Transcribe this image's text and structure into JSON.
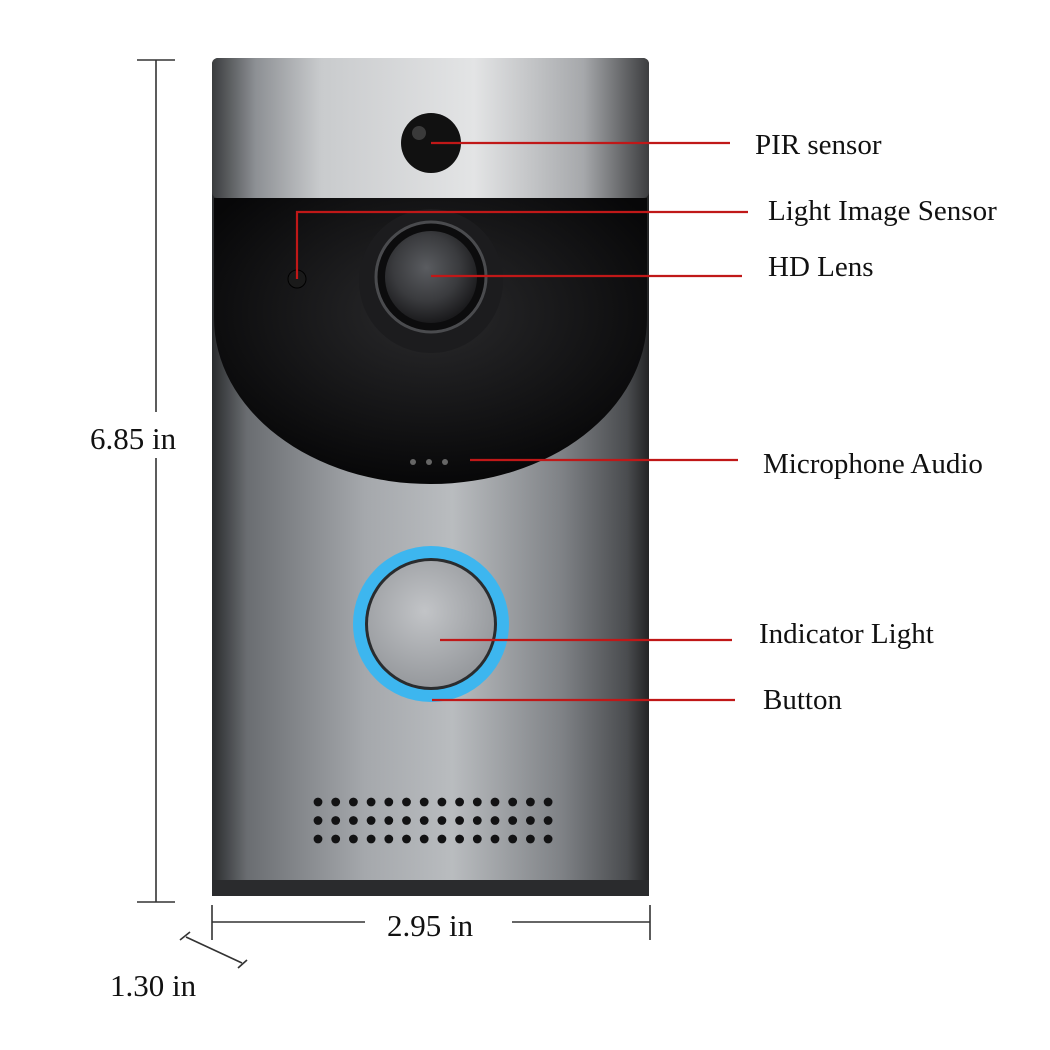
{
  "callouts": [
    {
      "key": "pir",
      "label": "PIR sensor"
    },
    {
      "key": "light_image",
      "label": "Light Image Sensor"
    },
    {
      "key": "lens",
      "label": "HD Lens"
    },
    {
      "key": "mic",
      "label": "Microphone Audio"
    },
    {
      "key": "indicator",
      "label": "Indicator Light"
    },
    {
      "key": "button",
      "label": "Button"
    }
  ],
  "dimensions": {
    "height": "6.85 in",
    "width": "2.95 in",
    "depth": "1.30 in"
  },
  "colors": {
    "leader": "#c01818",
    "ring": "#3db6ef",
    "body": "#8a8d91",
    "face": "#0e0e0f"
  },
  "icons": {
    "speaker_grille": "speaker-grille-icon"
  }
}
